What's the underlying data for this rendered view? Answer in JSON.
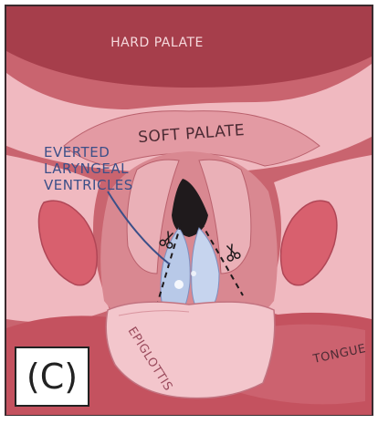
{
  "labels": {
    "hard_palate": "HARD PALATE",
    "soft_palate": "SOFT PALATE",
    "everted_line1": "EVERTED",
    "everted_line2": "LARYNGEAL",
    "everted_line3": "VENTRICLES",
    "epiglottis": "EPIGLOTTIS",
    "tongue": "TONGUE"
  },
  "panel_label": "(C)",
  "icons": [
    "scissors-icon",
    "scissors-icon"
  ],
  "colors": {
    "palate_dark": "#a63e4b",
    "tissue_pink": "#e8a3ab",
    "tissue_light": "#f3c6cc",
    "ventricle_blue": "#b8c9e8",
    "label_blue": "#3c4f88"
  }
}
